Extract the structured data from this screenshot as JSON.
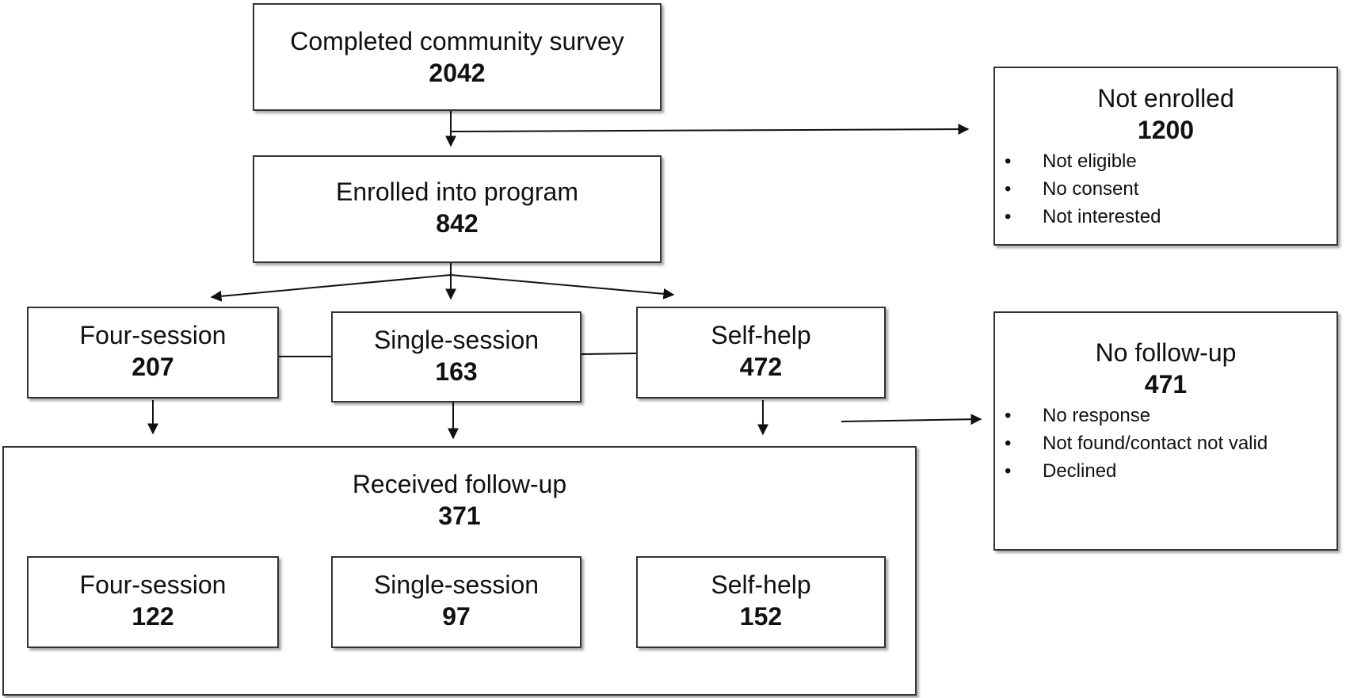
{
  "survey": {
    "label": "Completed community survey",
    "count": "2042"
  },
  "enrolled": {
    "label": "Enrolled into program",
    "count": "842"
  },
  "not_enrolled": {
    "label": "Not enrolled",
    "count": "1200",
    "reasons": [
      "Not eligible",
      "No consent",
      "Not interested"
    ]
  },
  "groups": [
    {
      "label": "Four-session",
      "count": "207"
    },
    {
      "label": "Single-session",
      "count": "163"
    },
    {
      "label": "Self-help",
      "count": "472"
    }
  ],
  "no_followup": {
    "label": "No follow-up",
    "count": "471",
    "reasons": [
      "No response",
      "Not found/contact not valid",
      "Declined"
    ]
  },
  "followup": {
    "label": "Received follow-up",
    "count": "371",
    "groups": [
      {
        "label": "Four-session",
        "count": "122"
      },
      {
        "label": "Single-session",
        "count": "97"
      },
      {
        "label": "Self-help",
        "count": "152"
      }
    ]
  },
  "bullet": "•"
}
